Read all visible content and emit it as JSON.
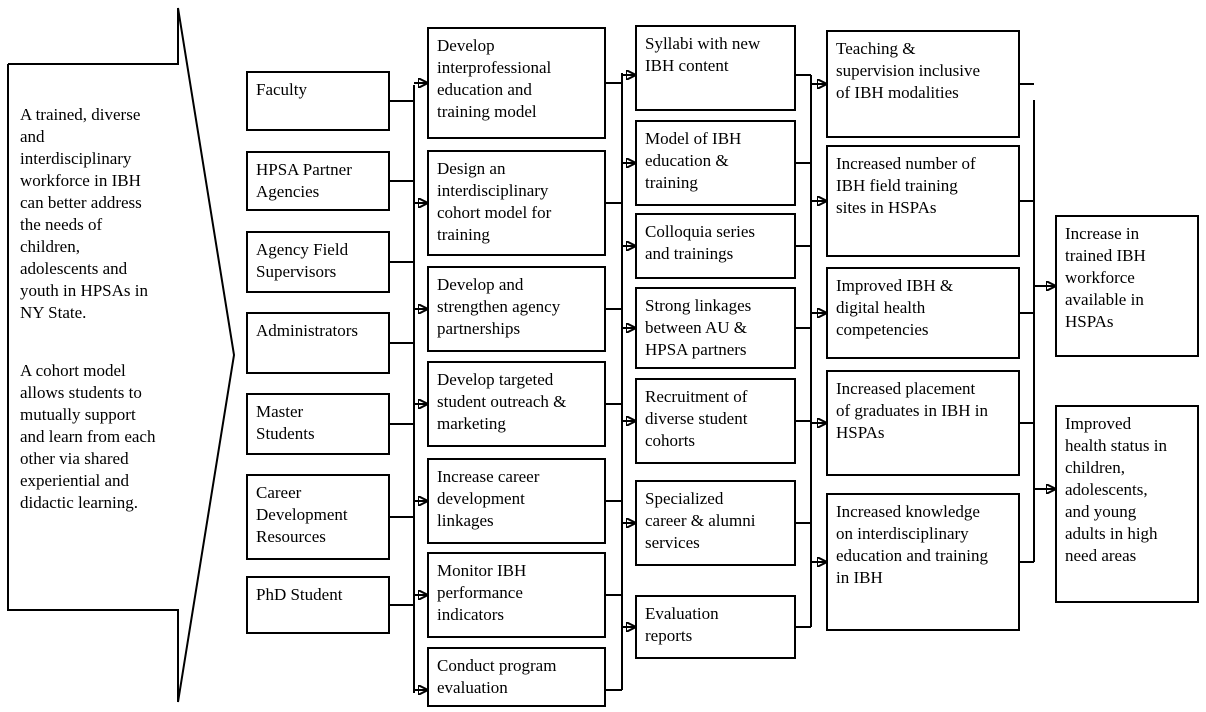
{
  "context": {
    "paragraph_1": "A trained, diverse\nand\ninterdisciplinary\nworkforce in IBH\ncan better address\nthe needs of\nchildren,\nadolescents and\nyouth in HPSAs in\nNY State.",
    "paragraph_2": "A cohort model\nallows students to\nmutually support\nand learn from each\nother via shared\nexperiential and\ndidactic learning."
  },
  "inputs": [
    "Faculty",
    "HPSA Partner\nAgencies",
    "Agency Field\nSupervisors",
    "Administrators",
    "Master\nStudents",
    "Career\nDevelopment\nResources",
    "PhD Student"
  ],
  "activities": [
    "Develop\ninterprofessional\neducation and\ntraining model",
    "Design an\ninterdisciplinary\ncohort model for\ntraining",
    "Develop and\nstrengthen agency\npartnerships",
    "Develop targeted\nstudent outreach &\nmarketing",
    "Increase career\ndevelopment\nlinkages",
    " Monitor IBH\nperformance\nindicators",
    "Conduct program\nevaluation"
  ],
  "outputs": [
    "Syllabi with new\nIBH content",
    "Model of IBH\neducation &\ntraining",
    "Colloquia series\nand trainings",
    "Strong linkages\nbetween AU &\nHPSA partners",
    "Recruitment of\ndiverse student\ncohorts",
    "Specialized\ncareer & alumni\nservices",
    "Evaluation\nreports"
  ],
  "short_term_outcomes": [
    "Teaching &\nsupervision inclusive\nof IBH modalities",
    "Increased number of\nIBH field training\nsites in HSPAs",
    "Improved IBH &\ndigital health\ncompetencies",
    "Increased placement\nof graduates in IBH in\nHSPAs",
    "Increased knowledge\non interdisciplinary\neducation and training\nin IBH"
  ],
  "long_term_outcomes": [
    "Increase in\ntrained IBH\nworkforce\navailable in\nHSPAs",
    "Improved\nhealth status in\nchildren,\nadolescents,\nand young\nadults in high\nneed areas"
  ]
}
